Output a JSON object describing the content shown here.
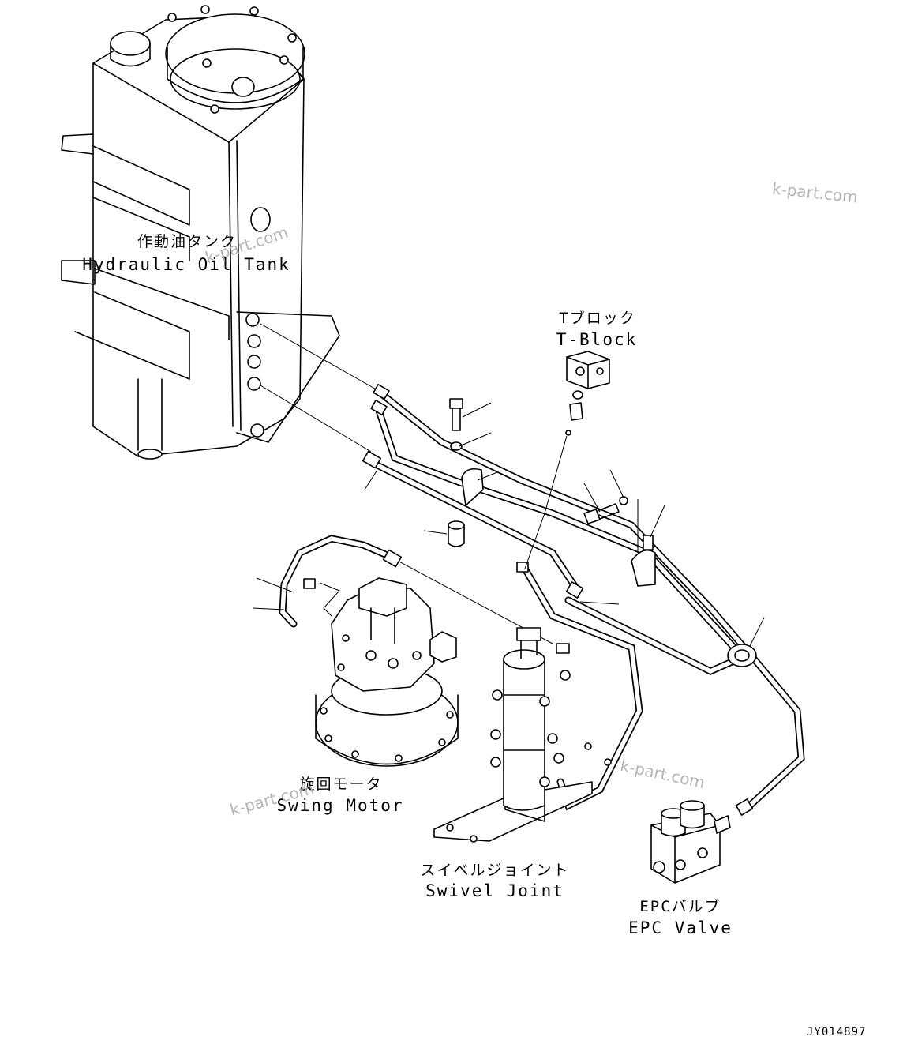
{
  "labels": {
    "tank_ja": "作動油タンク",
    "tank_en": "Hydraulic Oil Tank",
    "tblock_ja": "Tブロック",
    "tblock_en": "T-Block",
    "motor_ja": "旋回モータ",
    "motor_en": "Swing Motor",
    "swivel_ja": "スイベルジョイント",
    "swivel_en": "Swivel Joint",
    "epc_ja": "EPCバルブ",
    "epc_en": "EPC Valve"
  },
  "watermarks": [
    "k-part.com",
    "k-part.com",
    "k-part.com",
    "k-part.com"
  ],
  "drawing_code": "JY014897"
}
